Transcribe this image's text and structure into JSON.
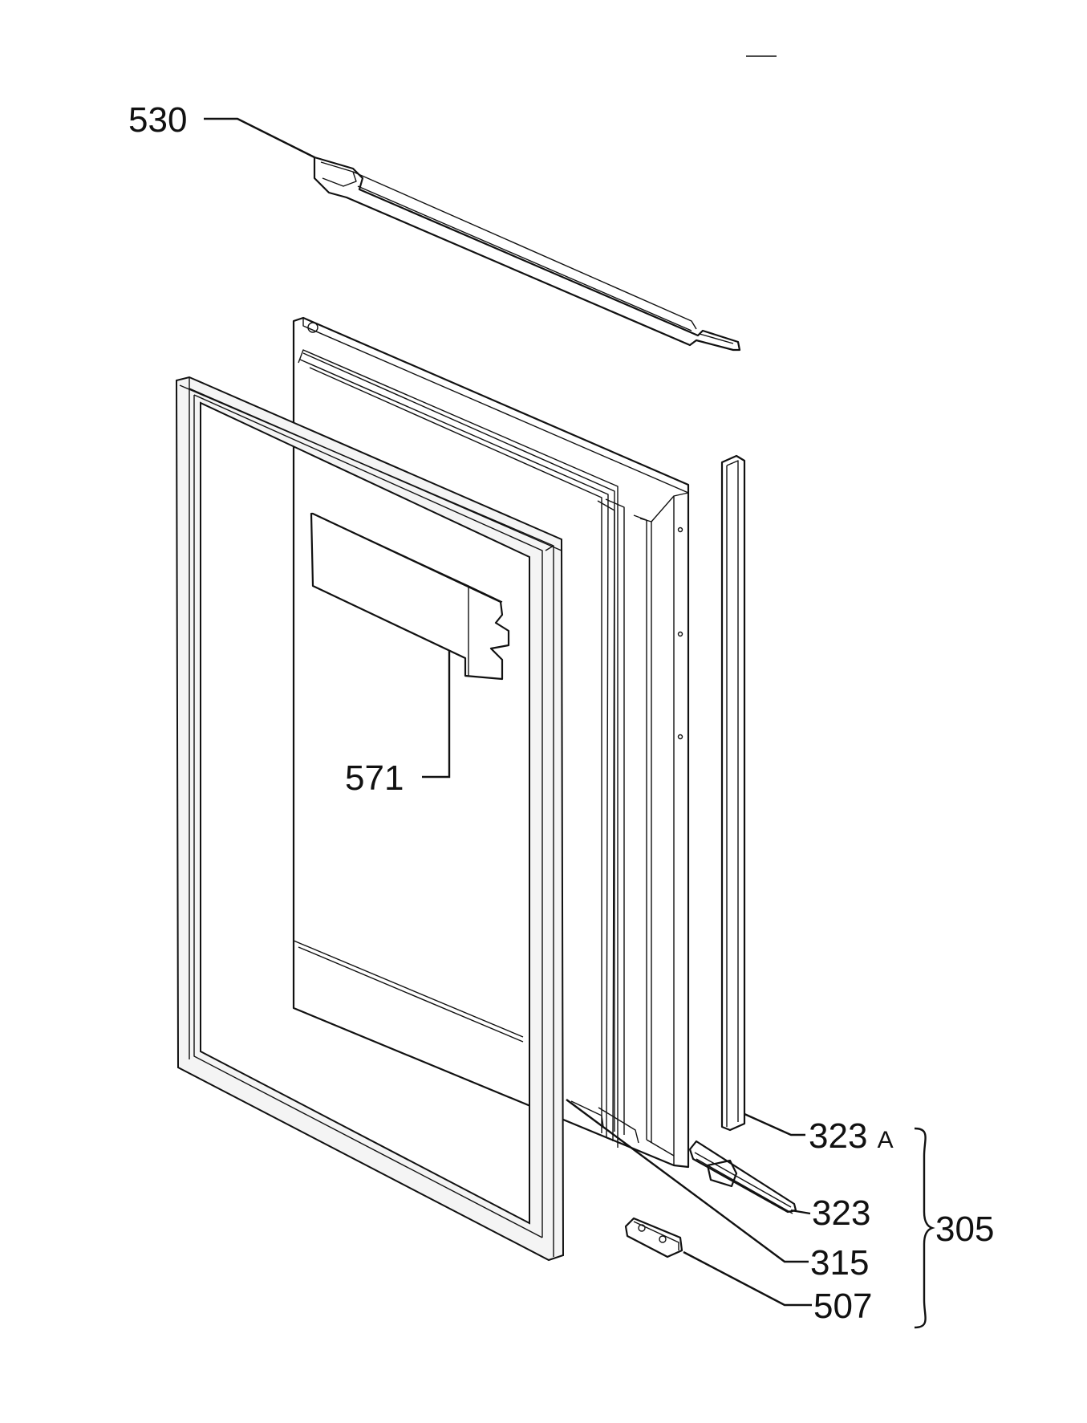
{
  "labels": {
    "p530": "530",
    "p571": "571",
    "p323a": "323",
    "p323a_suffix": "A",
    "p323": "323",
    "p305": "305",
    "p315": "315",
    "p507": "507"
  }
}
